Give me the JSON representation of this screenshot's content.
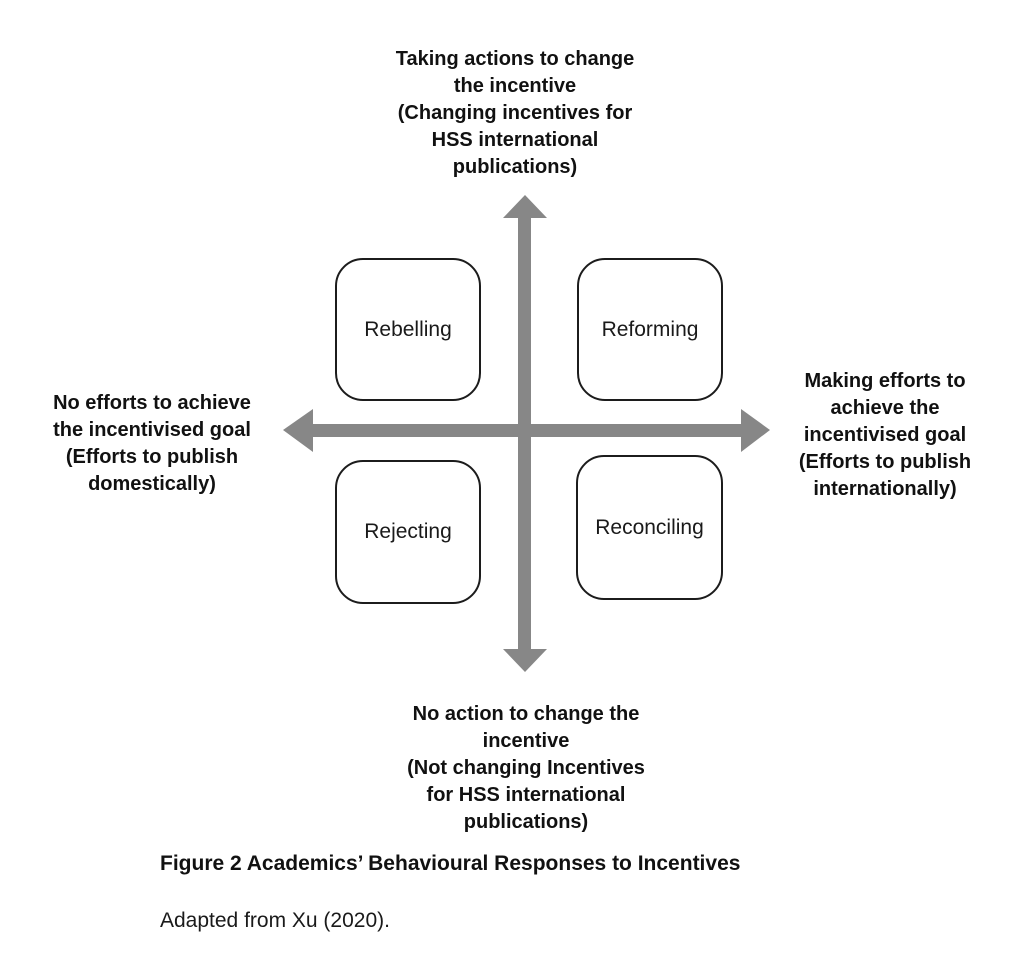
{
  "diagram": {
    "axes": {
      "top_label": "Taking actions to change\nthe incentive\n(Changing incentives for\nHSS international\npublications)",
      "bottom_label": "No action to change the\nincentive\n(Not changing Incentives\nfor HSS international\npublications)",
      "left_label": "No efforts to achieve\nthe incentivised goal\n(Efforts to publish\ndomestically)",
      "right_label": "Making efforts to\nachieve the\nincentivised goal\n(Efforts to publish\ninternationally)"
    },
    "quadrants": {
      "top_left": "Rebelling",
      "top_right": "Reforming",
      "bottom_left": "Rejecting",
      "bottom_right": "Reconciling"
    },
    "colors": {
      "arrow": "#878787",
      "box_border": "#1c1c1c",
      "text": "#111111"
    }
  },
  "caption": "Figure 2 Academics’ Behavioural Responses to Incentives",
  "source_note": "Adapted from Xu (2020)."
}
